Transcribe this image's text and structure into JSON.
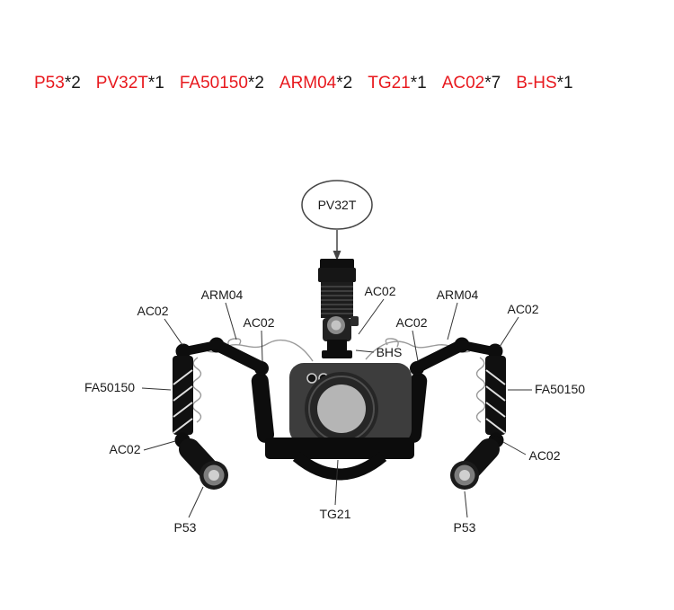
{
  "colors": {
    "part_name_red": "#e8191e",
    "label_text": "#1a1a1a",
    "rig_black": "#0d0d0d",
    "camera_gray": "#3d3d3d",
    "lens_gray": "#b5b5b5",
    "cable_gray": "#9a9a9a"
  },
  "parts_list": {
    "items": [
      {
        "name": "P53",
        "qty": "*2"
      },
      {
        "name": "PV32T",
        "qty": "*1"
      },
      {
        "name": "FA50150",
        "qty": "*2"
      },
      {
        "name": "ARM04",
        "qty": "*2"
      },
      {
        "name": "TG21",
        "qty": "*1"
      },
      {
        "name": "AC02",
        "qty": "*7"
      },
      {
        "name": "B-HS",
        "qty": "*1"
      }
    ]
  },
  "diagram": {
    "labels": {
      "pv32t_callout": "PV32T",
      "ac02_upper_left": "AC02",
      "arm04_left": "ARM04",
      "ac02_inner_left": "AC02",
      "ac02_top_right": "AC02",
      "ac02_inner_right": "AC02",
      "arm04_right": "ARM04",
      "ac02_upper_right": "AC02",
      "bhs": "BHS",
      "fa50150_left": "FA50150",
      "fa50150_right": "FA50150",
      "ac02_lower_left": "AC02",
      "ac02_lower_right": "AC02",
      "p53_left": "P53",
      "tg21": "TG21",
      "p53_right": "P53"
    }
  }
}
